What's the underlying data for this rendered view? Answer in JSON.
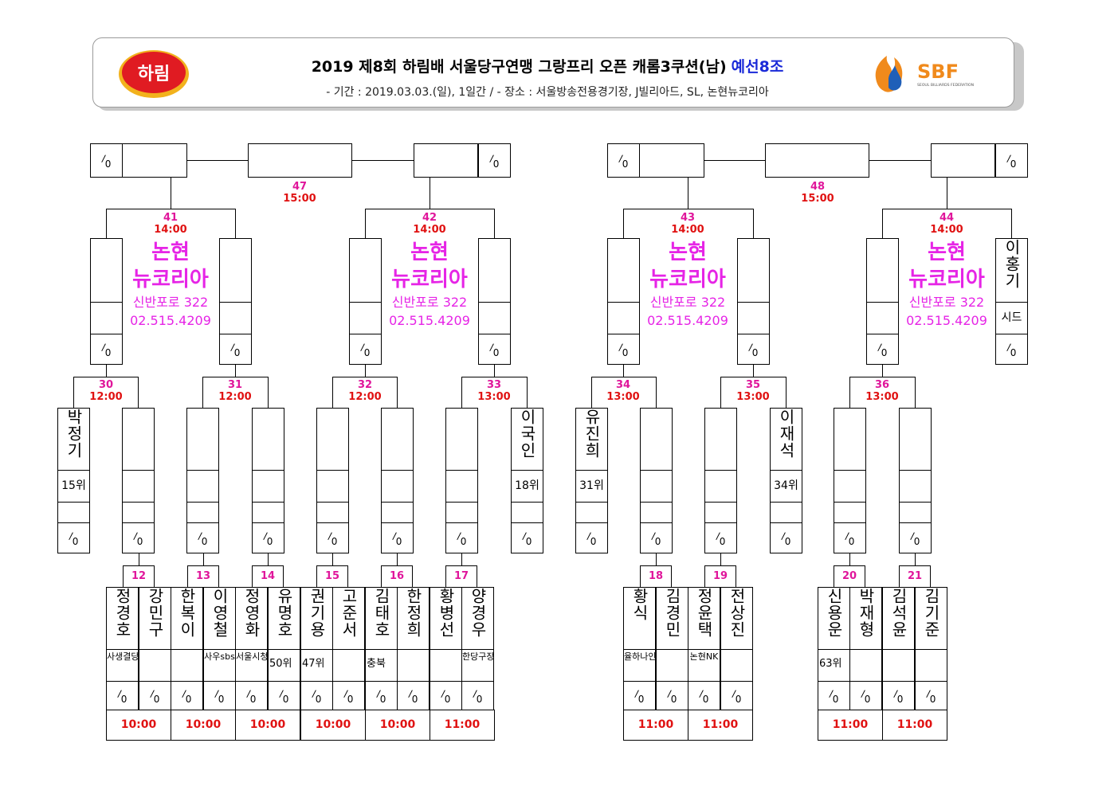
{
  "header": {
    "title": "2019 제8회 하림배 서울당구연맹 그랑프리 오픈 캐롬3쿠션(남)",
    "group": "예선8조",
    "subtitle": "- 기간 : 2019.03.03.(일), 1일간 / - 장소 : 서울방송전용경기장, J빌리아드, SL, 논현뉴코리아",
    "logo_left": "하림",
    "logo_right": "SBF",
    "logo_right_sub": "SEOUL BILLIARDS FEDERATION"
  },
  "colors": {
    "match_number": "#e0169b",
    "time": "#e01212",
    "venue": "#e624e6",
    "group": "#1a2ad8"
  },
  "score_placeholder": "/0",
  "venue": {
    "line1": "논현",
    "line2": "뉴코리아",
    "address": "신반포로 322",
    "phone": "02.515.4209"
  },
  "finals": [
    {
      "num": "47",
      "time": "15:00"
    },
    {
      "num": "48",
      "time": "15:00"
    }
  ],
  "semis": [
    {
      "num": "41",
      "time": "14:00"
    },
    {
      "num": "42",
      "time": "14:00"
    },
    {
      "num": "43",
      "time": "14:00"
    },
    {
      "num": "44",
      "time": "14:00"
    }
  ],
  "seed": {
    "name": "이홍기",
    "note": "시드"
  },
  "round2": [
    {
      "num": "30",
      "time": "12:00"
    },
    {
      "num": "31",
      "time": "12:00"
    },
    {
      "num": "32",
      "time": "12:00"
    },
    {
      "num": "33",
      "time": "13:00"
    },
    {
      "num": "34",
      "time": "13:00"
    },
    {
      "num": "35",
      "time": "13:00"
    },
    {
      "num": "36",
      "time": "13:00"
    }
  ],
  "row3_players": [
    {
      "name": "박정기",
      "note": "15위"
    },
    {
      "name": "이국인",
      "note": "18위"
    },
    {
      "name": "유진희",
      "note": "31위"
    },
    {
      "name": "이재석",
      "note": "34위"
    }
  ],
  "round1": [
    {
      "num": "12",
      "time": "10:00"
    },
    {
      "num": "13",
      "time": "10:00"
    },
    {
      "num": "14",
      "time": "10:00"
    },
    {
      "num": "15",
      "time": "10:00"
    },
    {
      "num": "16",
      "time": "10:00"
    },
    {
      "num": "17",
      "time": "11:00"
    },
    {
      "num": "18",
      "time": "11:00"
    },
    {
      "num": "19",
      "time": "11:00"
    },
    {
      "num": "20",
      "time": "11:00"
    },
    {
      "num": "21",
      "time": "11:00"
    }
  ],
  "bottom_players": [
    {
      "name": "정경호",
      "note": "사생결당"
    },
    {
      "name": "강민구",
      "note": ""
    },
    {
      "name": "한복이",
      "note": ""
    },
    {
      "name": "이영철",
      "note": "사우sbs"
    },
    {
      "name": "정영화",
      "note": "서울시청"
    },
    {
      "name": "유명호",
      "note": "50위"
    },
    {
      "name": "권기용",
      "note": "47위"
    },
    {
      "name": "고준서",
      "note": ""
    },
    {
      "name": "김태호",
      "note": "충북"
    },
    {
      "name": "한정희",
      "note": ""
    },
    {
      "name": "황병선",
      "note": ""
    },
    {
      "name": "양경우",
      "note": "한당구장"
    },
    {
      "name": "황식",
      "note": "율하나인"
    },
    {
      "name": "김경민",
      "note": ""
    },
    {
      "name": "정윤택",
      "note": "논현NK"
    },
    {
      "name": "전상진",
      "note": ""
    },
    {
      "name": "신용운",
      "note": "63위"
    },
    {
      "name": "박재형",
      "note": ""
    },
    {
      "name": "김석윤",
      "note": ""
    },
    {
      "name": "김기준",
      "note": ""
    }
  ]
}
